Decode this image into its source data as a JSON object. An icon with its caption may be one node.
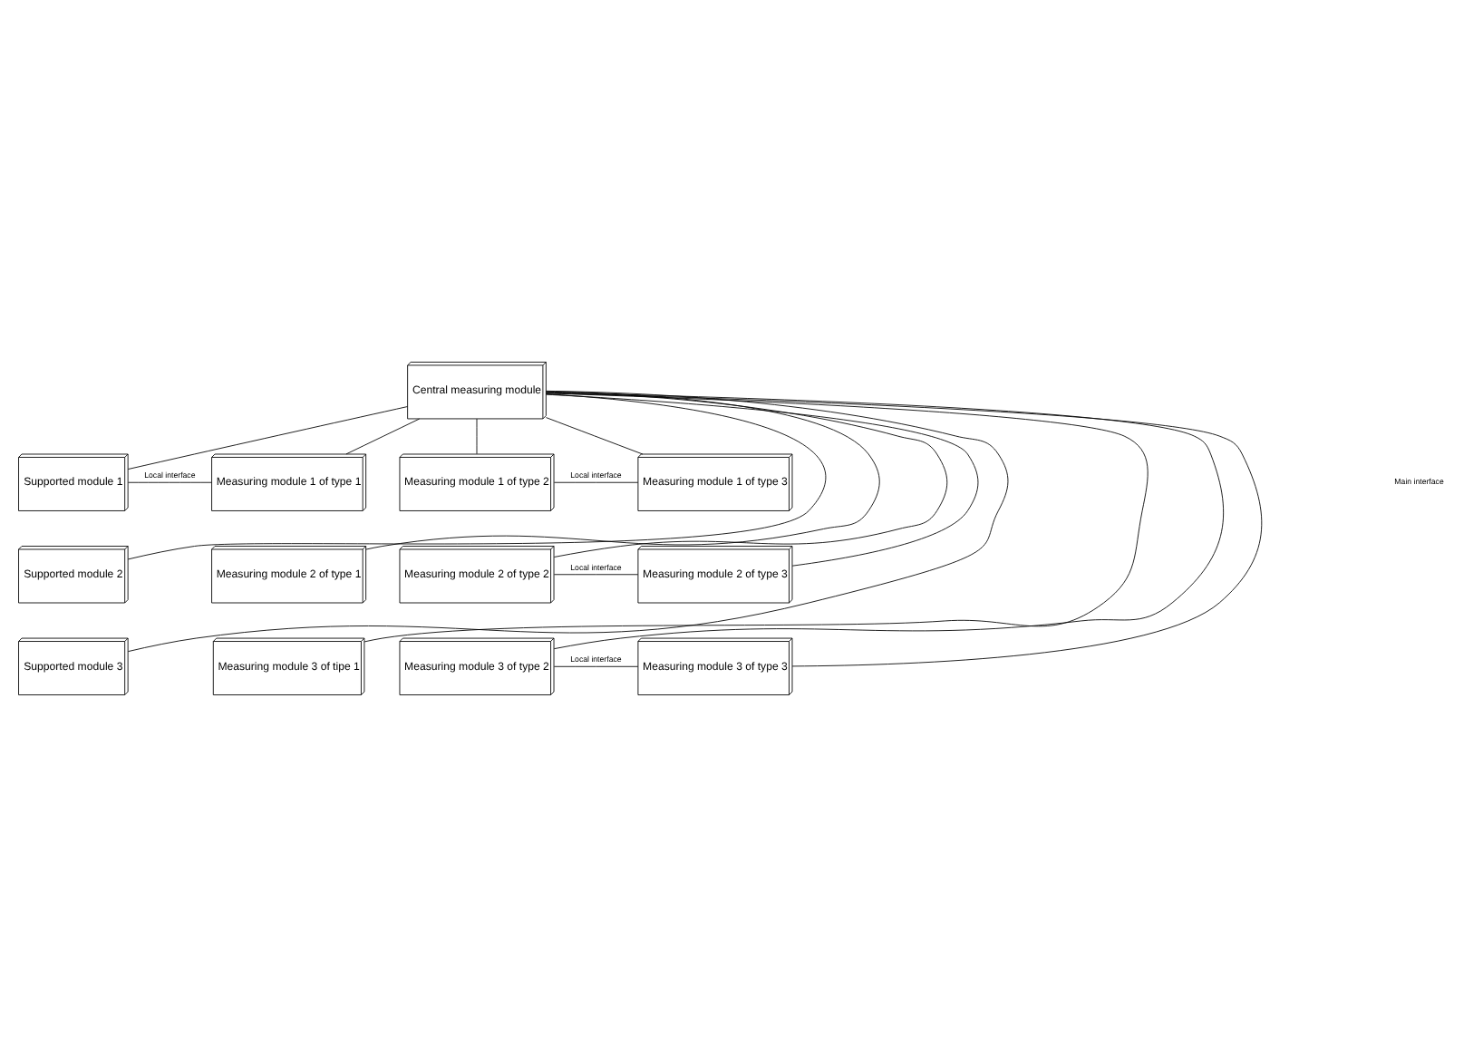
{
  "diagram": {
    "nodes": [
      {
        "text": [
          "Central measuring module"
        ]
      },
      {
        "text": [
          "Supported module 1"
        ]
      },
      {
        "text": [
          "Measuring module 1 of type 1"
        ]
      },
      {
        "text": [
          "Measuring module 1 of type 2"
        ]
      },
      {
        "text": [
          "Measuring module 1 of type 3"
        ]
      },
      {
        "text": [
          "Supported module 2"
        ]
      },
      {
        "text": [
          "Measuring module 2 of type 1"
        ]
      },
      {
        "text": [
          "Measuring module 2 of type 2"
        ]
      },
      {
        "text": [
          "Measuring module 2 of type 3"
        ]
      },
      {
        "text": [
          "Supported module 3"
        ]
      },
      {
        "text": [
          "Measuring module 3 of tipe 1"
        ]
      },
      {
        "text": [
          "Measuring module 3 of type 2"
        ]
      },
      {
        "text": [
          "Measuring module 3 of type 3"
        ]
      }
    ],
    "edges": [
      {
        "from": 0,
        "to": 1,
        "arrow": "none"
      },
      {
        "from": 0,
        "to": 2,
        "arrow": "none"
      },
      {
        "from": 0,
        "to": 3,
        "arrow": "none"
      },
      {
        "from": 0,
        "to": 4,
        "arrow": "none"
      },
      {
        "from": 0,
        "to": 5,
        "arrow": "none"
      },
      {
        "from": 0,
        "to": 6,
        "arrow": "none"
      },
      {
        "from": 0,
        "to": 7,
        "arrow": "none"
      },
      {
        "from": 0,
        "to": 8,
        "arrow": "none"
      },
      {
        "from": 0,
        "to": 9,
        "arrow": "none"
      },
      {
        "from": 0,
        "to": 10,
        "arrow": "none"
      },
      {
        "from": 0,
        "to": 11,
        "arrow": "none"
      },
      {
        "from": 0,
        "to": 12,
        "arrow": "none"
      },
      {
        "from": 1,
        "to": 2,
        "arrow": "none",
        "label": "Local interface"
      },
      {
        "from": 3,
        "to": 4,
        "arrow": "none",
        "label": "Local interface"
      },
      {
        "from": 7,
        "to": 8,
        "arrow": "none",
        "label": "Local interface"
      },
      {
        "from": 11,
        "to": 12,
        "arrow": "none",
        "label": "Local interface"
      }
    ],
    "labels": [
      "Main interface"
    ]
  }
}
